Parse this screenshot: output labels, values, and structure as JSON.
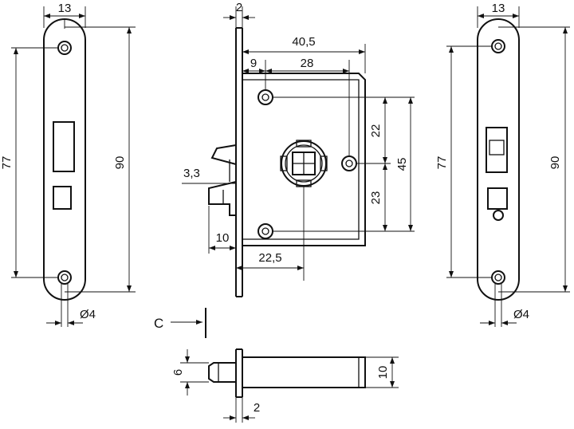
{
  "dims": {
    "left_width": "13",
    "left_height_holes": "77",
    "left_height_total": "90",
    "left_hole": "Ø4",
    "plate_thickness_top": "2",
    "body_width": "40,5",
    "backset_small": "9",
    "backset_holes": "28",
    "upper_to_spindle": "22",
    "lower_to_spindle": "23",
    "holes_span": "45",
    "latch_offset": "3,3",
    "latch_projection": "10",
    "spindle_backset": "22,5",
    "right_width": "13",
    "right_height_holes": "77",
    "right_height_total": "90",
    "right_hole": "Ø4",
    "view_label": "C",
    "latch_height": "6",
    "body_thickness": "10",
    "plate_thickness_bottom": "2"
  }
}
